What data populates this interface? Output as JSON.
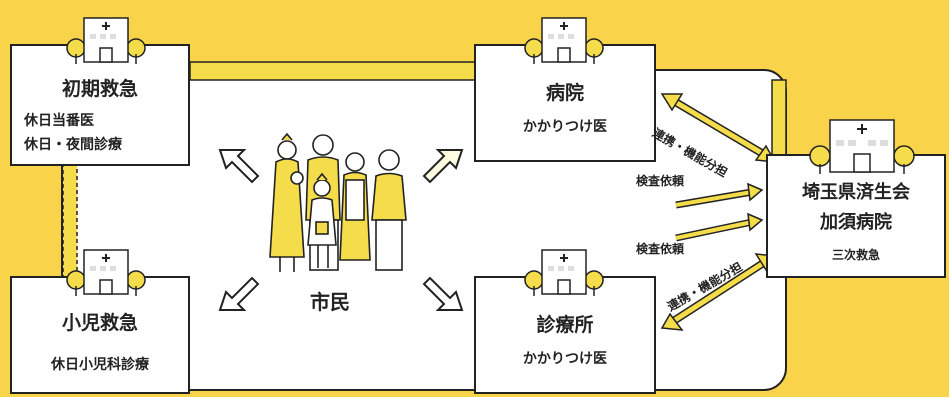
{
  "nodes": {
    "shoki": {
      "title": "初期救急",
      "lines": [
        "休日当番医",
        "休日・夜間診療"
      ]
    },
    "shoni": {
      "title": "小児救急",
      "lines": [
        "休日小児科診療"
      ]
    },
    "byoin": {
      "title": "病院",
      "sub": "かかりつけ医"
    },
    "shinryo": {
      "title": "診療所",
      "sub": "かかりつけ医"
    },
    "saitama": {
      "title1": "埼玉県済生会",
      "title2": "加須病院",
      "sub": "三次救急"
    }
  },
  "center": {
    "label": "市民"
  },
  "links": {
    "renkei_top": "連携・機能分担",
    "kensa_top": "検査依頼",
    "kensa_bottom": "検査依頼",
    "renkei_bottom": "連携・機能分担"
  },
  "colors": {
    "background": "#f9d34a",
    "panel": "#ffffff",
    "outline": "#222222",
    "accent": "#f4dc4a"
  },
  "icons": [
    "hospital-building-icon",
    "family-illustration",
    "arrow-icon"
  ]
}
